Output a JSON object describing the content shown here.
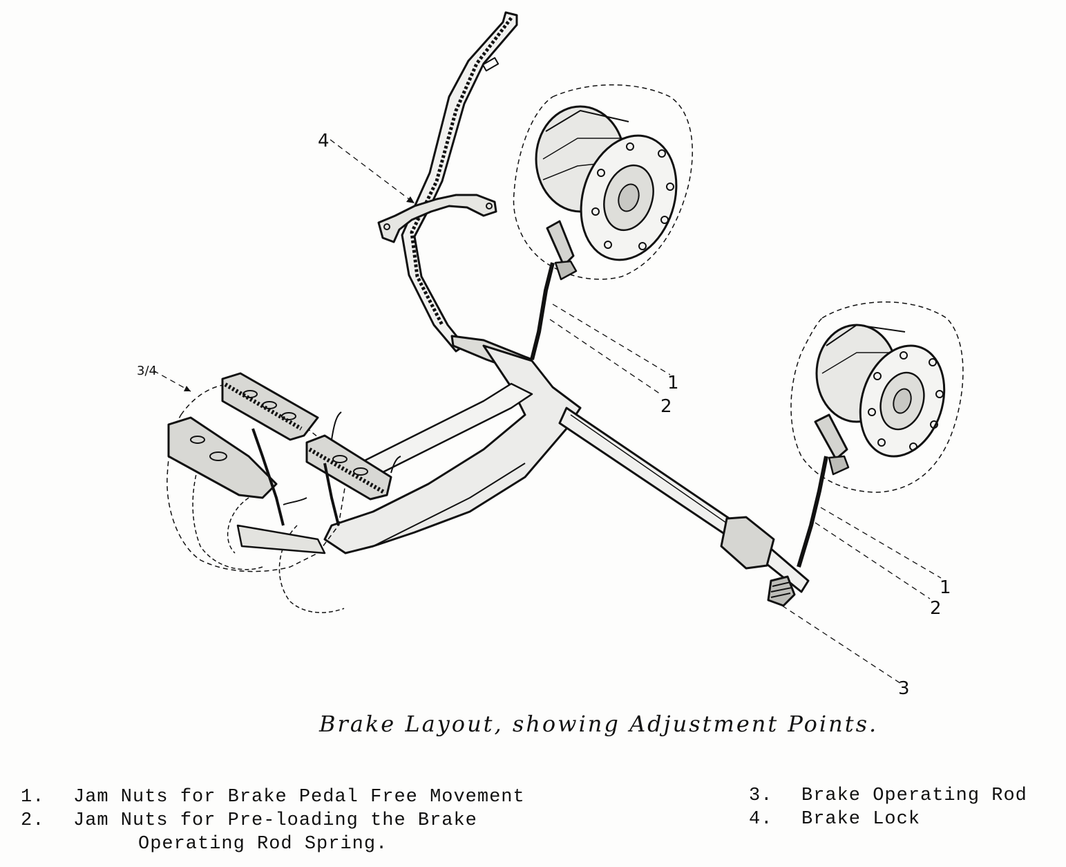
{
  "diagram": {
    "callouts": [
      {
        "id": "4",
        "label": "4"
      },
      {
        "id": "3/4",
        "label": "3/4"
      },
      {
        "id": "1a",
        "label": "1"
      },
      {
        "id": "2a",
        "label": "2"
      },
      {
        "id": "1b",
        "label": "1"
      },
      {
        "id": "2b",
        "label": "2"
      },
      {
        "id": "3",
        "label": "3"
      }
    ]
  },
  "caption": "Brake Layout, showing Adjustment Points.",
  "legend": {
    "left": [
      {
        "number": "1.",
        "text": "Jam Nuts for Brake Pedal Free Movement"
      },
      {
        "number": "2.",
        "text": "Jam Nuts for Pre-loading the Brake",
        "continuation": "Operating Rod Spring."
      }
    ],
    "right": [
      {
        "number": "3.",
        "text": "Brake Operating Rod"
      },
      {
        "number": "4.",
        "text": "Brake Lock"
      }
    ]
  }
}
